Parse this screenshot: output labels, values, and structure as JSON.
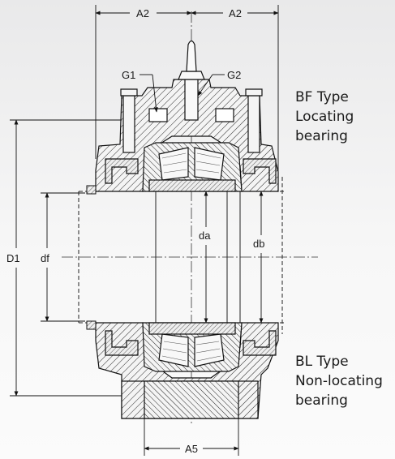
{
  "dimensions": {
    "a2_left": "A2",
    "a2_right": "A2",
    "g1": "G1",
    "g2": "G2",
    "d1": "D1",
    "df": "df",
    "da": "da",
    "db": "db",
    "a5": "A5"
  },
  "labels": {
    "bf": [
      "BF Type",
      "Locating",
      "bearing"
    ],
    "bl": [
      "BL Type",
      "Non-locating",
      "bearing"
    ]
  }
}
